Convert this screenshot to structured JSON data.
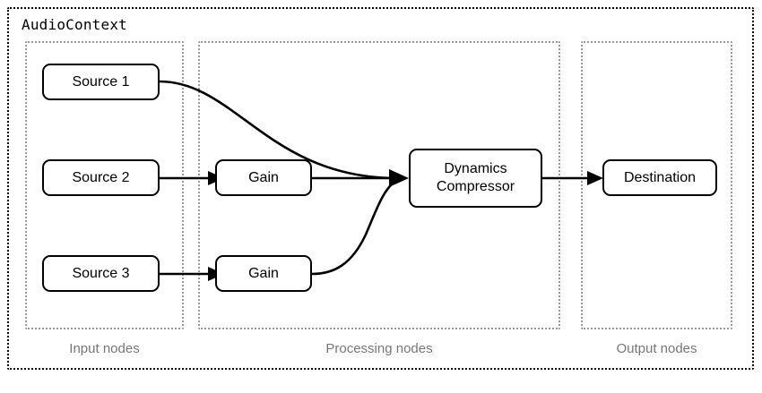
{
  "diagram": {
    "title": "AudioContext",
    "groups": [
      {
        "id": "input",
        "label": "Input nodes"
      },
      {
        "id": "processing",
        "label": "Processing nodes"
      },
      {
        "id": "output",
        "label": "Output nodes"
      }
    ],
    "nodes": [
      {
        "id": "source1",
        "label": "Source 1"
      },
      {
        "id": "source2",
        "label": "Source 2"
      },
      {
        "id": "source3",
        "label": "Source 3"
      },
      {
        "id": "gain1",
        "label": "Gain"
      },
      {
        "id": "gain2",
        "label": "Gain"
      },
      {
        "id": "compressor",
        "label": "Dynamics\nCompressor"
      },
      {
        "id": "destination",
        "label": "Destination"
      }
    ],
    "edges": [
      {
        "from": "source1",
        "to": "compressor",
        "style": "curved"
      },
      {
        "from": "source2",
        "to": "gain1",
        "style": "straight"
      },
      {
        "from": "source3",
        "to": "gain2",
        "style": "straight"
      },
      {
        "from": "gain1",
        "to": "compressor",
        "style": "straight"
      },
      {
        "from": "gain2",
        "to": "compressor",
        "style": "curved"
      },
      {
        "from": "compressor",
        "to": "destination",
        "style": "straight"
      }
    ],
    "colors": {
      "node_border": "#000000",
      "node_fill": "#ffffff",
      "context_border": "#000000",
      "group_border": "#9a9a9a",
      "group_label": "#777777",
      "edge": "#000000"
    }
  }
}
